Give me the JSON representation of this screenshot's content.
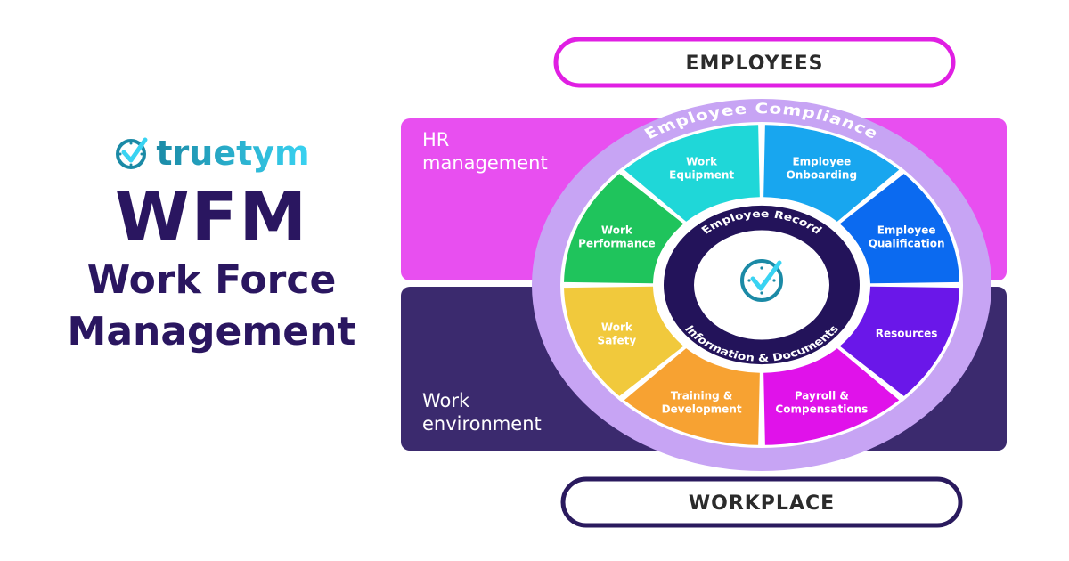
{
  "brand": {
    "logo_text": "truetym",
    "logo_icon": "clock-check-icon"
  },
  "heading": {
    "acronym": "WFM",
    "line1": "Work Force",
    "line2": "Management"
  },
  "diagram": {
    "top_pill": "EMPLOYEES",
    "bottom_pill": "WORKPLACE",
    "band_top": {
      "line1": "HR",
      "line2": "management",
      "color": "#e84ff0"
    },
    "band_bottom": {
      "line1": "Work",
      "line2": "environment",
      "color": "#3b2a6e"
    },
    "outer_ring": {
      "label": "Employee Compliance",
      "color": "#c7a4f4"
    },
    "inner_ring": {
      "top_label": "Employee Record",
      "bottom_label": "Information & Documents",
      "color": "#23135a"
    },
    "center_icon": "clock-check-icon",
    "segments": [
      {
        "line1": "Employee",
        "line2": "Onboarding",
        "color": "#18a6ef"
      },
      {
        "line1": "Employee",
        "line2": "Qualification",
        "color": "#0b6af0"
      },
      {
        "line1": "Resources",
        "line2": "",
        "color": "#6a17e9"
      },
      {
        "line1": "Payroll &",
        "line2": "Compensations",
        "color": "#e012ea"
      },
      {
        "line1": "Training &",
        "line2": "Development",
        "color": "#f7a232"
      },
      {
        "line1": "Work",
        "line2": "Safety",
        "color": "#f1c93c"
      },
      {
        "line1": "Work",
        "line2": "Performance",
        "color": "#1fc45c"
      },
      {
        "line1": "Work",
        "line2": "Equipment",
        "color": "#1fd7d8"
      }
    ]
  }
}
